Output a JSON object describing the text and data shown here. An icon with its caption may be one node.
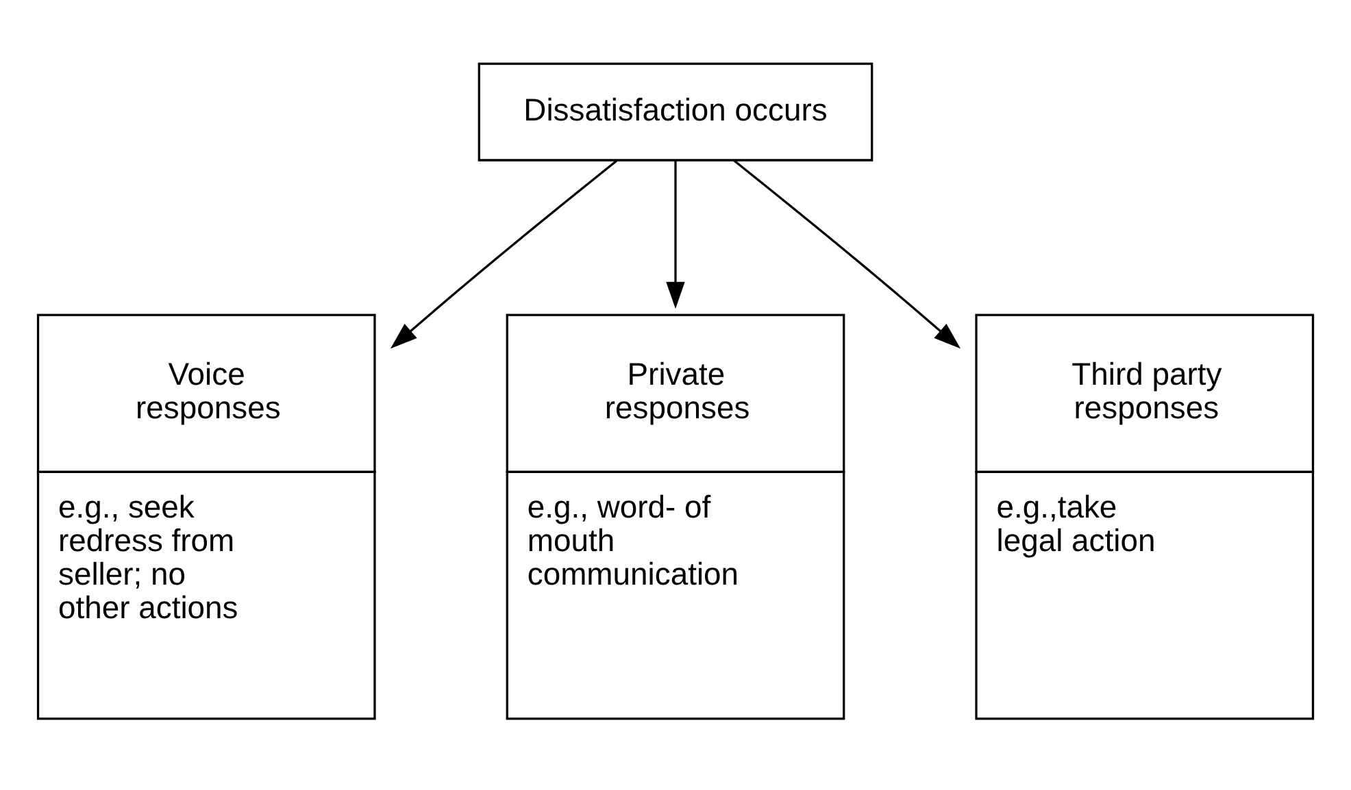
{
  "diagram": {
    "nodes": [
      {
        "text": [
          "Dissatisfaction occurs"
        ]
      },
      {
        "text": [
          "Voice responses",
          "e.g., seek redress from seller; no other actions"
        ]
      },
      {
        "text": [
          "Private responses",
          "e.g., word- of mouth communication"
        ]
      },
      {
        "text": [
          "Third party responses",
          "e.g.,take legal action"
        ]
      }
    ],
    "edges": [
      {
        "from": 0,
        "to": 1,
        "arrow": "to"
      },
      {
        "from": 0,
        "to": 2,
        "arrow": "to"
      },
      {
        "from": 0,
        "to": 3,
        "arrow": "to"
      }
    ]
  }
}
